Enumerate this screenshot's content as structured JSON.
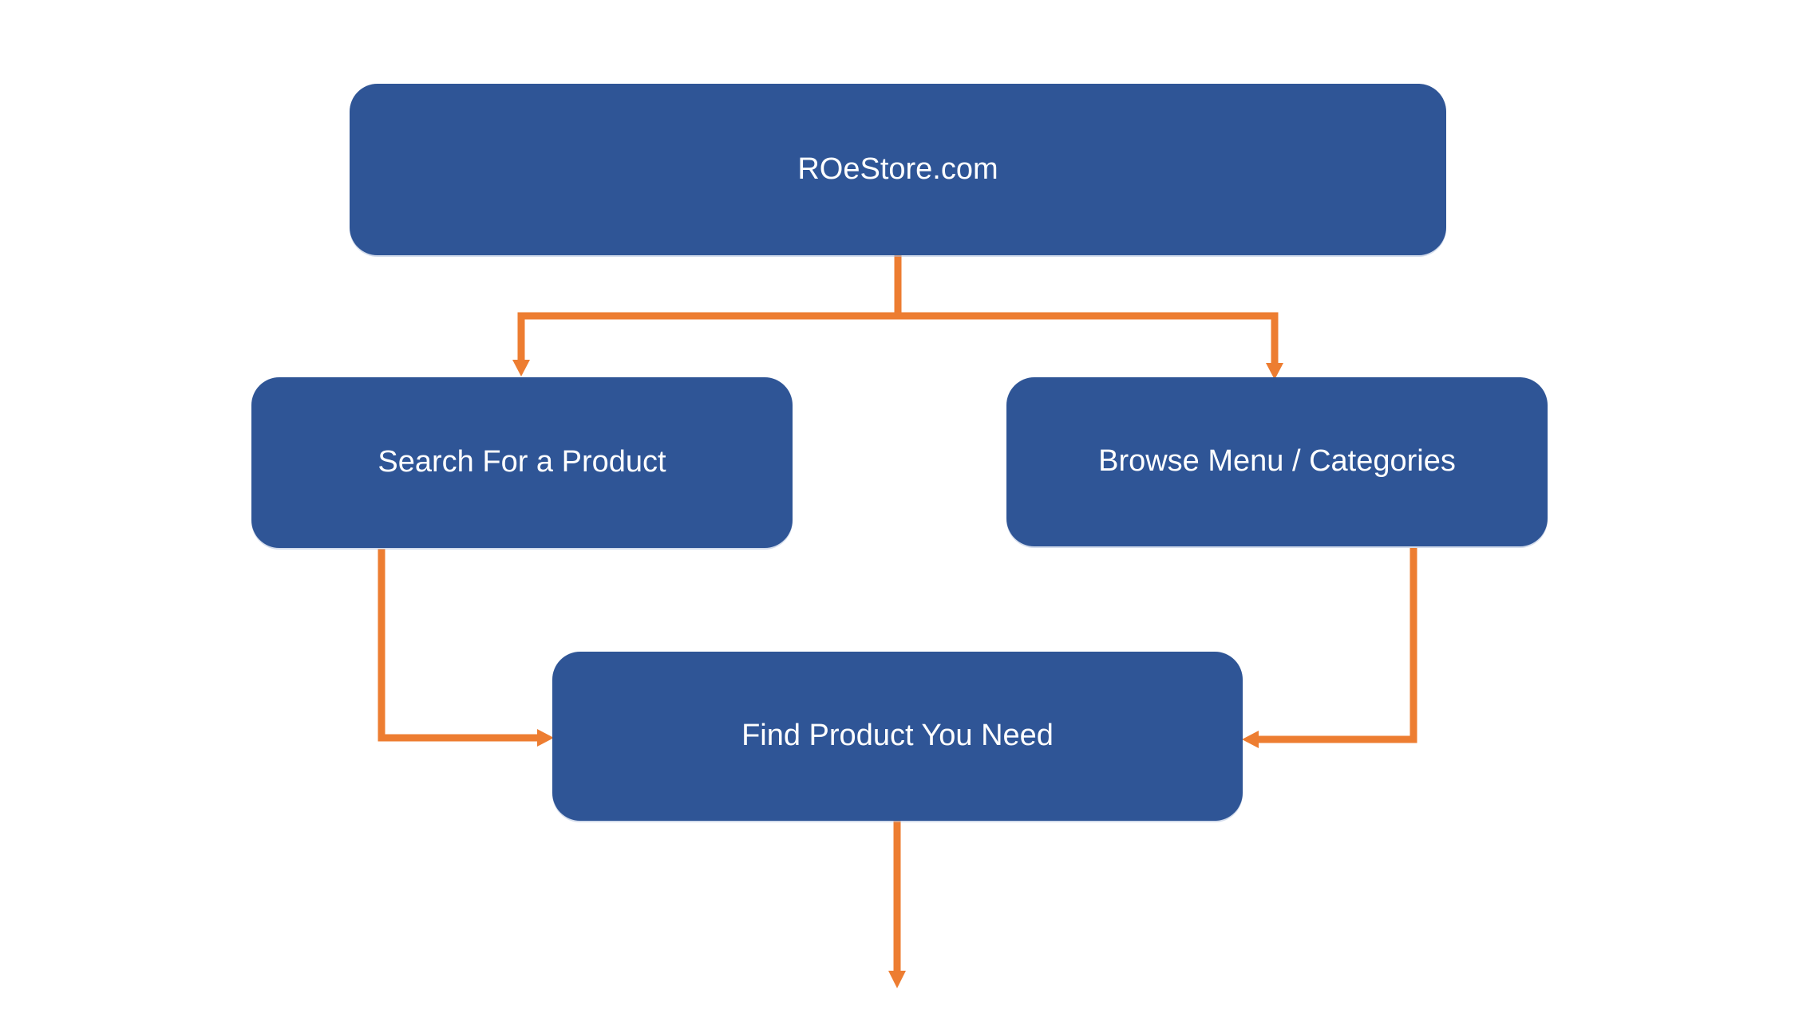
{
  "diagram": {
    "nodes": [
      {
        "id": "root",
        "label": "ROeStore.com"
      },
      {
        "id": "search",
        "label": "Search For a Product"
      },
      {
        "id": "browse",
        "label": "Browse Menu / Categories"
      },
      {
        "id": "find",
        "label": "Find Product You Need"
      }
    ],
    "edges": [
      {
        "from": "root",
        "to": "search"
      },
      {
        "from": "root",
        "to": "browse"
      },
      {
        "from": "search",
        "to": "find"
      },
      {
        "from": "browse",
        "to": "find"
      },
      {
        "from": "find",
        "to": "next-step-offscreen"
      }
    ]
  },
  "colors": {
    "node_fill": "#2f5596",
    "node_text": "#ffffff",
    "connector": "#ed7d31",
    "page_bg": "#ffffff"
  }
}
